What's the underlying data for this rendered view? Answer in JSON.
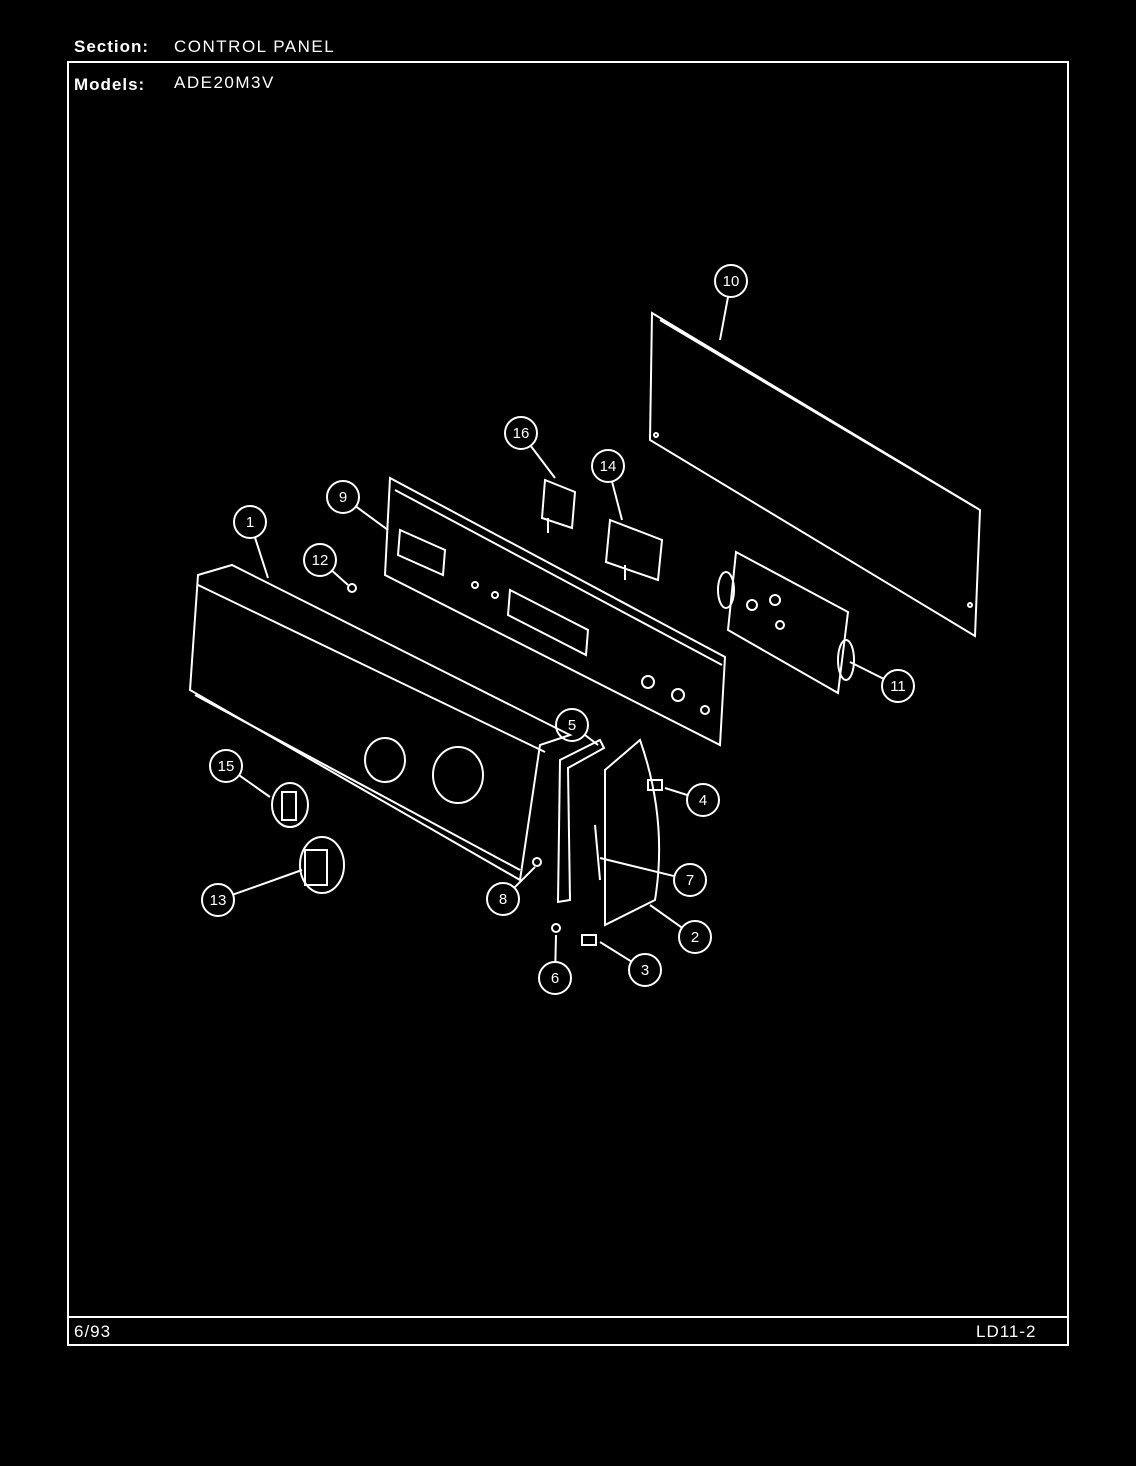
{
  "header": {
    "section_label": "Section:",
    "section_value": "CONTROL PANEL",
    "models_label": "Models:",
    "models_value": "ADE20M3V"
  },
  "footer": {
    "date": "6/93",
    "page_code": "LD11-2"
  },
  "diagram": {
    "callouts": [
      "1",
      "2",
      "3",
      "4",
      "5",
      "6",
      "7",
      "8",
      "9",
      "10",
      "11",
      "12",
      "13",
      "14",
      "15",
      "16"
    ],
    "colors": {
      "background": "#000000",
      "line": "#ffffff"
    }
  }
}
